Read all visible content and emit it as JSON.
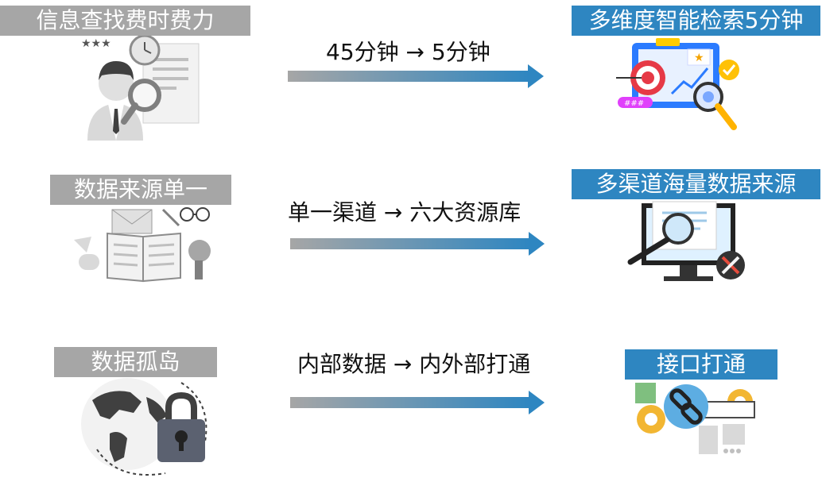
{
  "rows": [
    {
      "left_label": "信息查找费时费力",
      "caption": "45分钟 → 5分钟",
      "right_label": "多维度智能检索5分钟",
      "left_icon": "person-search-document-icon",
      "right_icon": "analytics-target-search-icon"
    },
    {
      "left_label": "数据来源单一",
      "caption": "单一渠道 → 六大资源库",
      "right_label": "多渠道海量数据来源",
      "left_icon": "book-documents-icon",
      "right_icon": "monitor-search-tools-icon"
    },
    {
      "left_label": "数据孤岛",
      "caption": "内部数据 → 内外部打通",
      "right_label": "接口打通",
      "left_icon": "globe-lock-icon",
      "right_icon": "chain-link-gears-icon"
    }
  ],
  "colors": {
    "gray_label": "#a6a6a6",
    "blue_label": "#2e86c1",
    "arrow_start": "#a6a6a6",
    "arrow_end": "#2e86c1"
  }
}
